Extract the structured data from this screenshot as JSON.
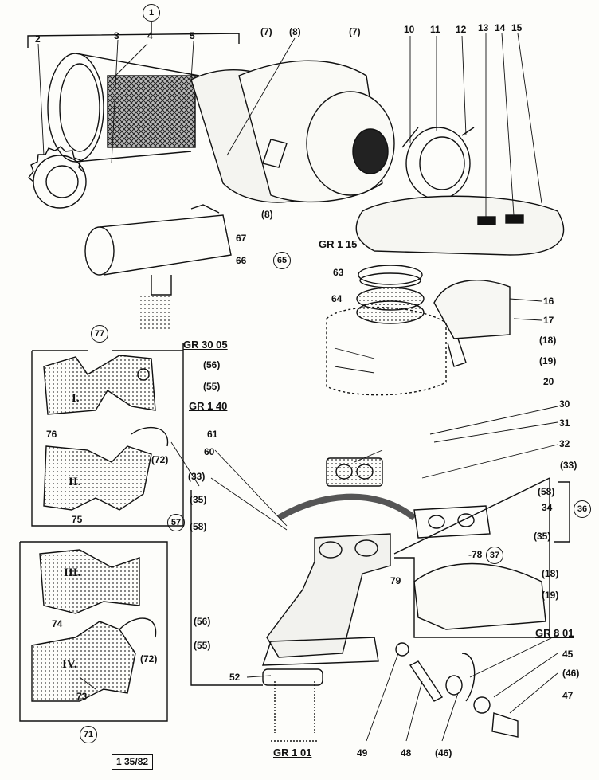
{
  "labels": {
    "n1": "1",
    "n2": "2",
    "n3": "3",
    "n4": "4",
    "n5": "5",
    "n7a": "(7)",
    "n8a": "(8)",
    "n7b": "(7)",
    "n10": "10",
    "n11": "11",
    "n12": "12",
    "n13": "13",
    "n14": "14",
    "n15": "15",
    "n8b": "(8)",
    "n67": "67",
    "n66": "66",
    "n65": "65",
    "n63": "63",
    "n64": "64",
    "n16": "16",
    "n17": "17",
    "n18a": "(18)",
    "n19a": "(19)",
    "n20": "20",
    "n77": "77",
    "n76": "76",
    "n72a": "(72)",
    "n75": "75",
    "n56a": "(56)",
    "n55a": "(55)",
    "n30": "30",
    "n31": "31",
    "n32": "32",
    "n61": "61",
    "n60": "60",
    "n33a": "(33)",
    "n35a": "(35)",
    "n33b": "(33)",
    "n58a": "(58)",
    "n34": "34",
    "n36": "36",
    "n35b": "(35)",
    "n57": "57",
    "n58b": "(58)",
    "n78": "-78",
    "n37": "37",
    "n79": "79",
    "n18b": "(18)",
    "n19b": "(19)",
    "n56b": "(56)",
    "n55b": "(55)",
    "n74": "74",
    "n72b": "(72)",
    "n73": "73",
    "n71": "71",
    "n52": "52",
    "n45": "45",
    "n46a": "(46)",
    "n47": "47",
    "n49": "49",
    "n48": "48",
    "n46b": "(46)"
  },
  "groups": {
    "gr115": "GR 1 15",
    "gr3005": "GR 30 05",
    "gr140": "GR 1 40",
    "gr801": "GR 8 01",
    "gr101": "GR 1 01"
  },
  "roman": {
    "r1": "I.",
    "r2": "II.",
    "r3": "III.",
    "r4": "IV."
  },
  "drawing_ref": "1 35/82"
}
